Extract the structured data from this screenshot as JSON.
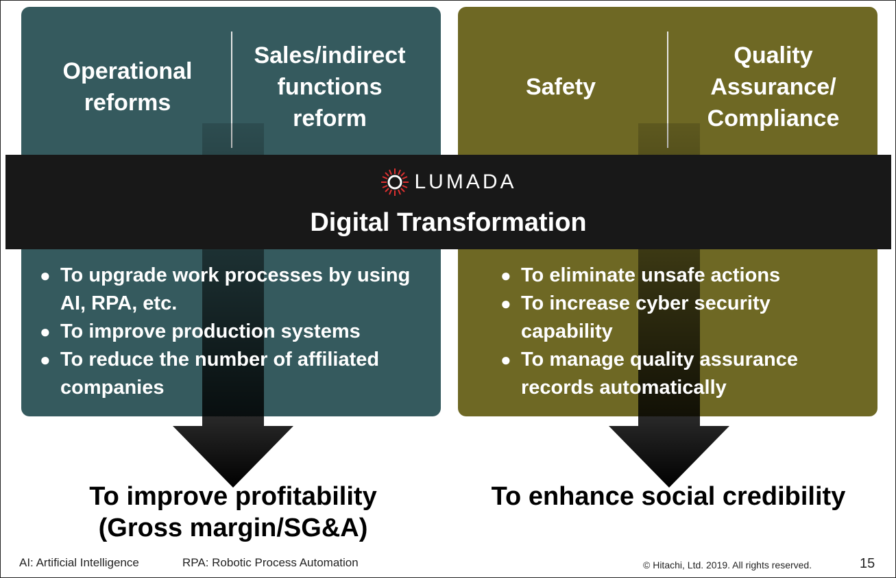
{
  "left": {
    "header1": "Operational reforms",
    "header2": "Sales/indirect functions reform",
    "bullets": [
      "To upgrade work processes by using AI, RPA, etc.",
      "To improve production systems",
      "To reduce the number of affiliated companies"
    ],
    "result_line1": "To improve profitability",
    "result_line2": "(Gross margin/SG&A)",
    "color": "#355a5e"
  },
  "right": {
    "header1": "Safety",
    "header2": "Quality Assurance/ Compliance",
    "bullets": [
      "To eliminate unsafe actions",
      "To increase cyber security capability",
      "To manage quality assurance records automatically"
    ],
    "result": "To enhance social credibility",
    "color": "#6e6824"
  },
  "band": {
    "logo_text": "LUMADA",
    "title": "Digital Transformation"
  },
  "footer": {
    "ai": "AI: Artificial Intelligence",
    "rpa": "RPA: Robotic Process Automation",
    "copyright": "© Hitachi, Ltd. 2019. All rights reserved.",
    "page": "15"
  }
}
